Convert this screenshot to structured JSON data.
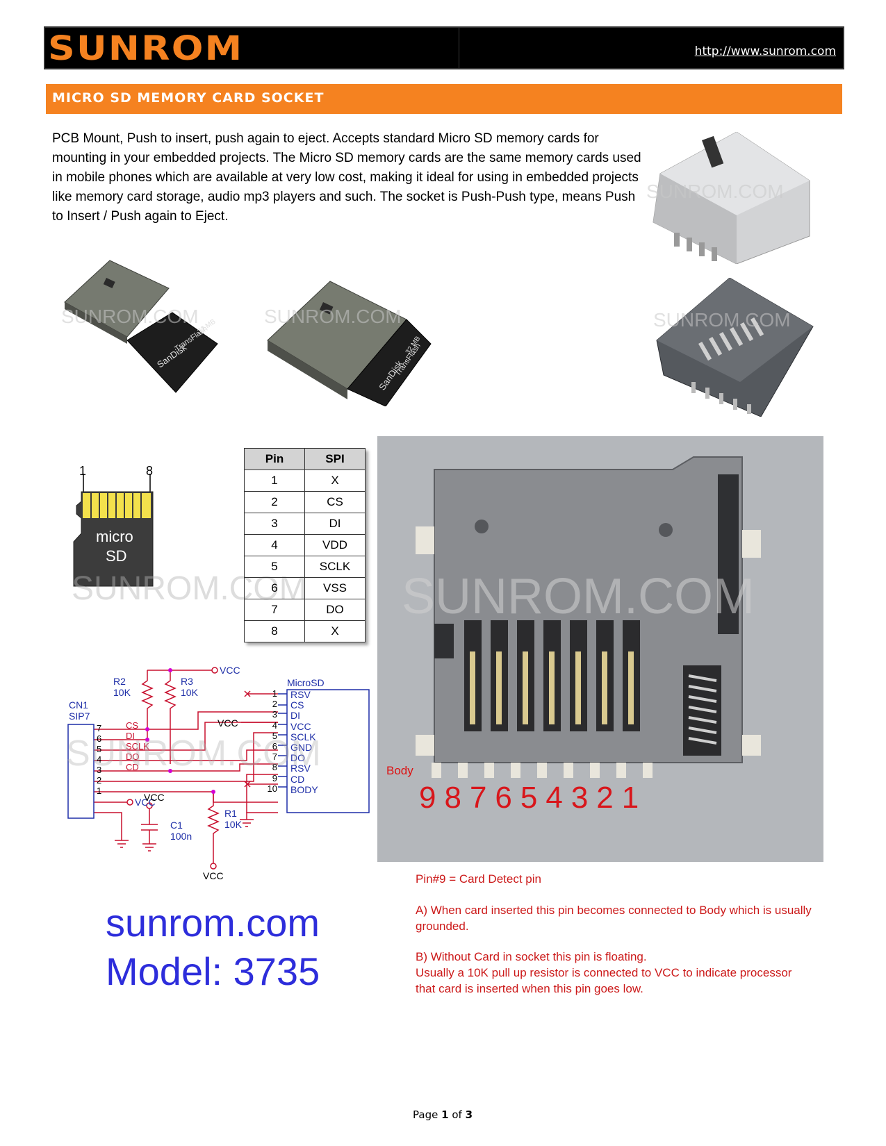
{
  "header": {
    "logo": "SUNROM",
    "link": "http://www.sunrom.com"
  },
  "title": "MICRO SD MEMORY CARD SOCKET",
  "intro": "PCB Mount, Push to insert, push again to eject. Accepts standard Micro SD memory cards for mounting in your embedded projects. The Micro SD memory cards are the same memory cards used in mobile phones which are available at very low cost, making it ideal for using in embedded projects like memory card storage, audio mp3 players and such. The socket is Push-Push type, means Push to Insert / Push again to Eject.",
  "watermark": "SUNROM.COM",
  "card": {
    "sandisk": "SanDisk",
    "transflash": "TransFlash",
    "capacity": "32 MB"
  },
  "microsd_icon": {
    "pin_first": "1",
    "pin_last": "8",
    "line1": "micro",
    "line2": "SD"
  },
  "pin_table": {
    "headers": [
      "Pin",
      "SPI"
    ],
    "rows": [
      [
        "1",
        "X"
      ],
      [
        "2",
        "CS"
      ],
      [
        "3",
        "DI"
      ],
      [
        "4",
        "VDD"
      ],
      [
        "5",
        "SCLK"
      ],
      [
        "6",
        "VSS"
      ],
      [
        "7",
        "DO"
      ],
      [
        "8",
        "X"
      ]
    ]
  },
  "schematic": {
    "r2": "R2",
    "r2_val": "10K",
    "r3": "R3",
    "r3_val": "10K",
    "vcc": "VCC",
    "cn1": "CN1",
    "sip7": "SIP7",
    "cn_pins": [
      "7",
      "6",
      "5",
      "4",
      "3",
      "2",
      "1"
    ],
    "cn_signals": [
      "CS",
      "DI",
      "SCLK",
      "DO",
      "CD"
    ],
    "vcc2": "VCC",
    "microsd_title": "MicroSD",
    "sd_pins": [
      "1",
      "2",
      "3",
      "4",
      "5",
      "6",
      "7",
      "8",
      "9",
      "10"
    ],
    "sd_signals": [
      "RSV",
      "CS",
      "DI",
      "VCC",
      "SCLK",
      "GND",
      "DO",
      "RSV",
      "CD",
      "BODY"
    ],
    "vcc_mid": "VCC",
    "vcc_c1": "VCC",
    "c1": "C1",
    "c1_val": "100n",
    "r1": "R1",
    "r1_val": "10K",
    "vcc_r1": "VCC"
  },
  "socket": {
    "body_label": "Body",
    "pin_numbers": "987654321"
  },
  "notes": {
    "pin9": "Pin#9 = Card Detect pin",
    "a": "A) When card inserted this pin becomes connected to Body which is usually grounded.",
    "b1": "B) Without Card in socket this pin is floating.",
    "b2": "Usually a 10K pull up resistor is connected to VCC to indicate processor that card is inserted when this pin goes low."
  },
  "brand": {
    "site": "sunrom.com",
    "model": "Model: 3735"
  },
  "footer": {
    "page_word": "Page",
    "page_num": "1",
    "of_word": "of",
    "page_total": "3"
  },
  "colors": {
    "accent": "#f58220",
    "brand_blue": "#2d2ddb",
    "note_red": "#cc1a1a",
    "schematic_red": "#c8102e",
    "schematic_blue": "#1f2fa8"
  }
}
